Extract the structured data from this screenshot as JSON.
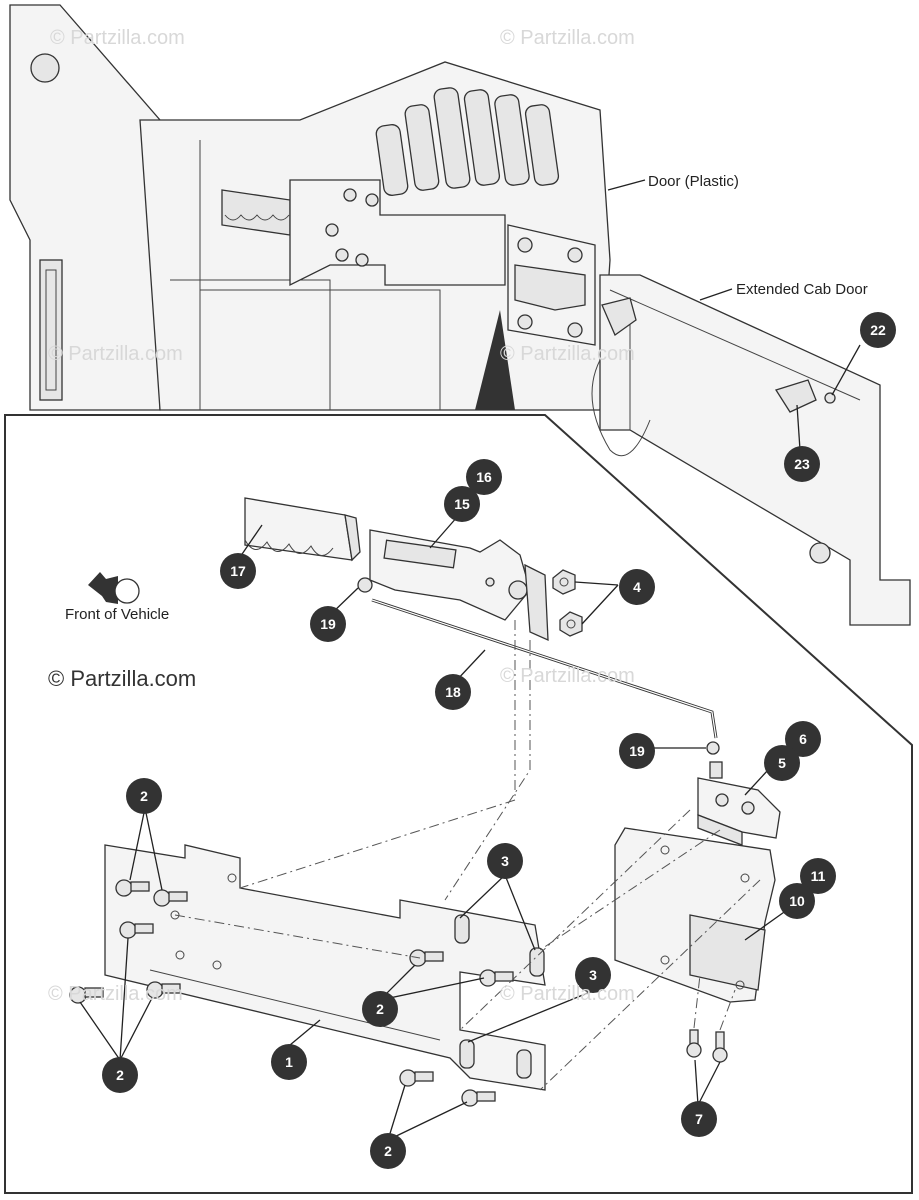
{
  "watermark": "© Partzilla.com",
  "labels": {
    "door_plastic": "Door (Plastic)",
    "extended_cab_door": "Extended Cab Door",
    "front_of_vehicle": "Front of Vehicle"
  },
  "callouts": {
    "c1": "1",
    "c2a": "2",
    "c2b": "2",
    "c2c": "2",
    "c2d": "2",
    "c3a": "3",
    "c3b": "3",
    "c4": "4",
    "c5": "5",
    "c6": "6",
    "c7": "7",
    "c10": "10",
    "c11": "11",
    "c15": "15",
    "c16": "16",
    "c17": "17",
    "c18": "18",
    "c19a": "19",
    "c19b": "19",
    "c22": "22",
    "c23": "23"
  }
}
